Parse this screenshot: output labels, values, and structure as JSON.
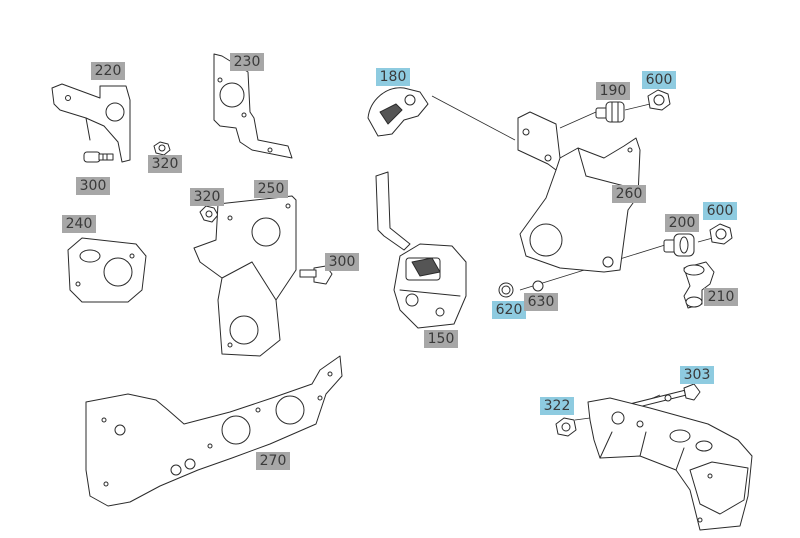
{
  "colors": {
    "label_gray": "#a7a7a7",
    "label_blue": "#8ecbe0",
    "line": "#2b2b2b"
  },
  "labels": {
    "l220": "220",
    "l230": "230",
    "l180": "180",
    "l190": "190",
    "l600a": "600",
    "l320a": "320",
    "l300a": "300",
    "l320b": "320",
    "l250": "250",
    "l260": "260",
    "l240": "240",
    "l200": "200",
    "l600b": "600",
    "l300b": "300",
    "l620": "620",
    "l630": "630",
    "l210": "210",
    "l150": "150",
    "l303": "303",
    "l322": "322",
    "l270": "270"
  }
}
